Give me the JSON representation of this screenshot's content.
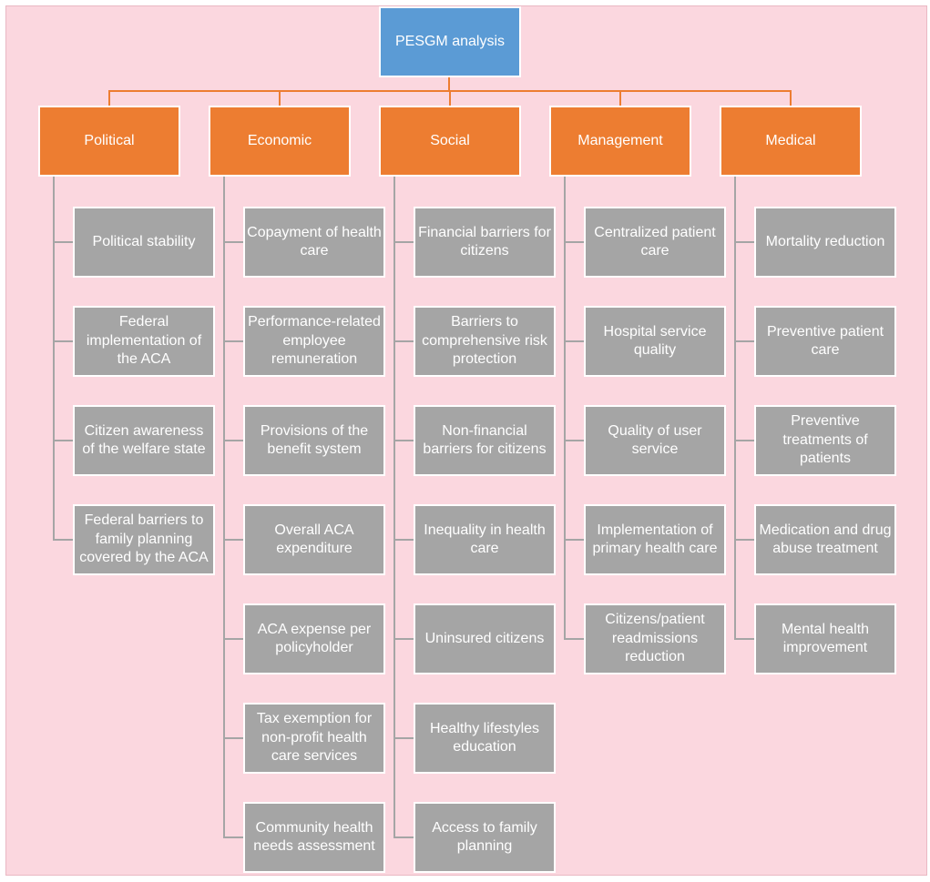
{
  "root": {
    "label": "PESGM analysis"
  },
  "categories": [
    {
      "label": "Political",
      "items": [
        "Political stability",
        "Federal implementation of the ACA",
        "Citizen awareness of the welfare state",
        "Federal barriers to family planning covered by the ACA"
      ]
    },
    {
      "label": "Economic",
      "items": [
        "Copayment of health care",
        "Performance-related employee remuneration",
        "Provisions of the benefit system",
        "Overall ACA expenditure",
        "ACA expense per policyholder",
        "Tax exemption for non-profit health care services",
        "Community health needs assessment"
      ]
    },
    {
      "label": "Social",
      "items": [
        "Financial barriers for citizens",
        "Barriers to comprehensive risk protection",
        "Non-financial barriers for citizens",
        "Inequality in health care",
        "Uninsured citizens",
        "Healthy lifestyles education",
        "Access to family planning"
      ]
    },
    {
      "label": "Management",
      "items": [
        "Centralized patient care",
        "Hospital service quality",
        "Quality of user service",
        "Implementation of primary health care",
        "Citizens/patient readmissions reduction"
      ]
    },
    {
      "label": "Medical",
      "items": [
        "Mortality reduction",
        "Preventive patient care",
        "Preventive treatments of patients",
        "Medication and drug abuse treatment",
        "Mental health improvement"
      ]
    }
  ],
  "colors": {
    "background": "#fbd7df",
    "root": "#5b9bd5",
    "category": "#ed7d31",
    "item": "#a5a5a5",
    "text": "#ffffff"
  }
}
